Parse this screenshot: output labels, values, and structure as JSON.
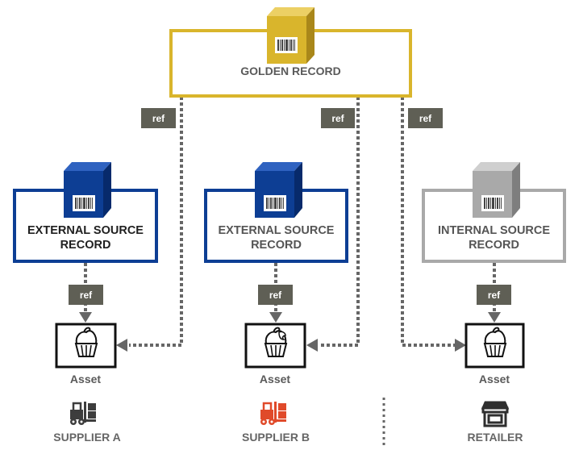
{
  "golden": {
    "label": "GOLDEN RECORD",
    "color": "#d9b52c"
  },
  "ref_label": "ref",
  "records": [
    {
      "line1": "EXTERNAL SOURCE",
      "line2": "RECORD",
      "color": "#0d3e94",
      "text_color": "#202020"
    },
    {
      "line1": "EXTERNAL SOURCE",
      "line2": "RECORD",
      "color": "#0d3e94",
      "text_color": "#555555"
    },
    {
      "line1": "INTERNAL SOURCE",
      "line2": "RECORD",
      "color": "#a9a9a9",
      "text_color": "#555555"
    }
  ],
  "assets": [
    {
      "label": "Asset",
      "icon": "cupcake-icon"
    },
    {
      "label": "Asset",
      "icon": "cupcake-bitten-icon"
    },
    {
      "label": "Asset",
      "icon": "cupcake-icon"
    }
  ],
  "parties": [
    {
      "label": "SUPPLIER A",
      "icon": "forklift-icon",
      "color": "#3d3d3d",
      "text_color": "#666666"
    },
    {
      "label": "SUPPLIER B",
      "icon": "forklift-icon",
      "color": "#e04a2a",
      "text_color": "#666666"
    },
    {
      "label": "RETAILER",
      "icon": "storefront-icon",
      "color": "#2e2e2e",
      "text_color": "#666666"
    }
  ],
  "colors": {
    "connector": "#666666",
    "ref_tag": "#5f5f55"
  }
}
